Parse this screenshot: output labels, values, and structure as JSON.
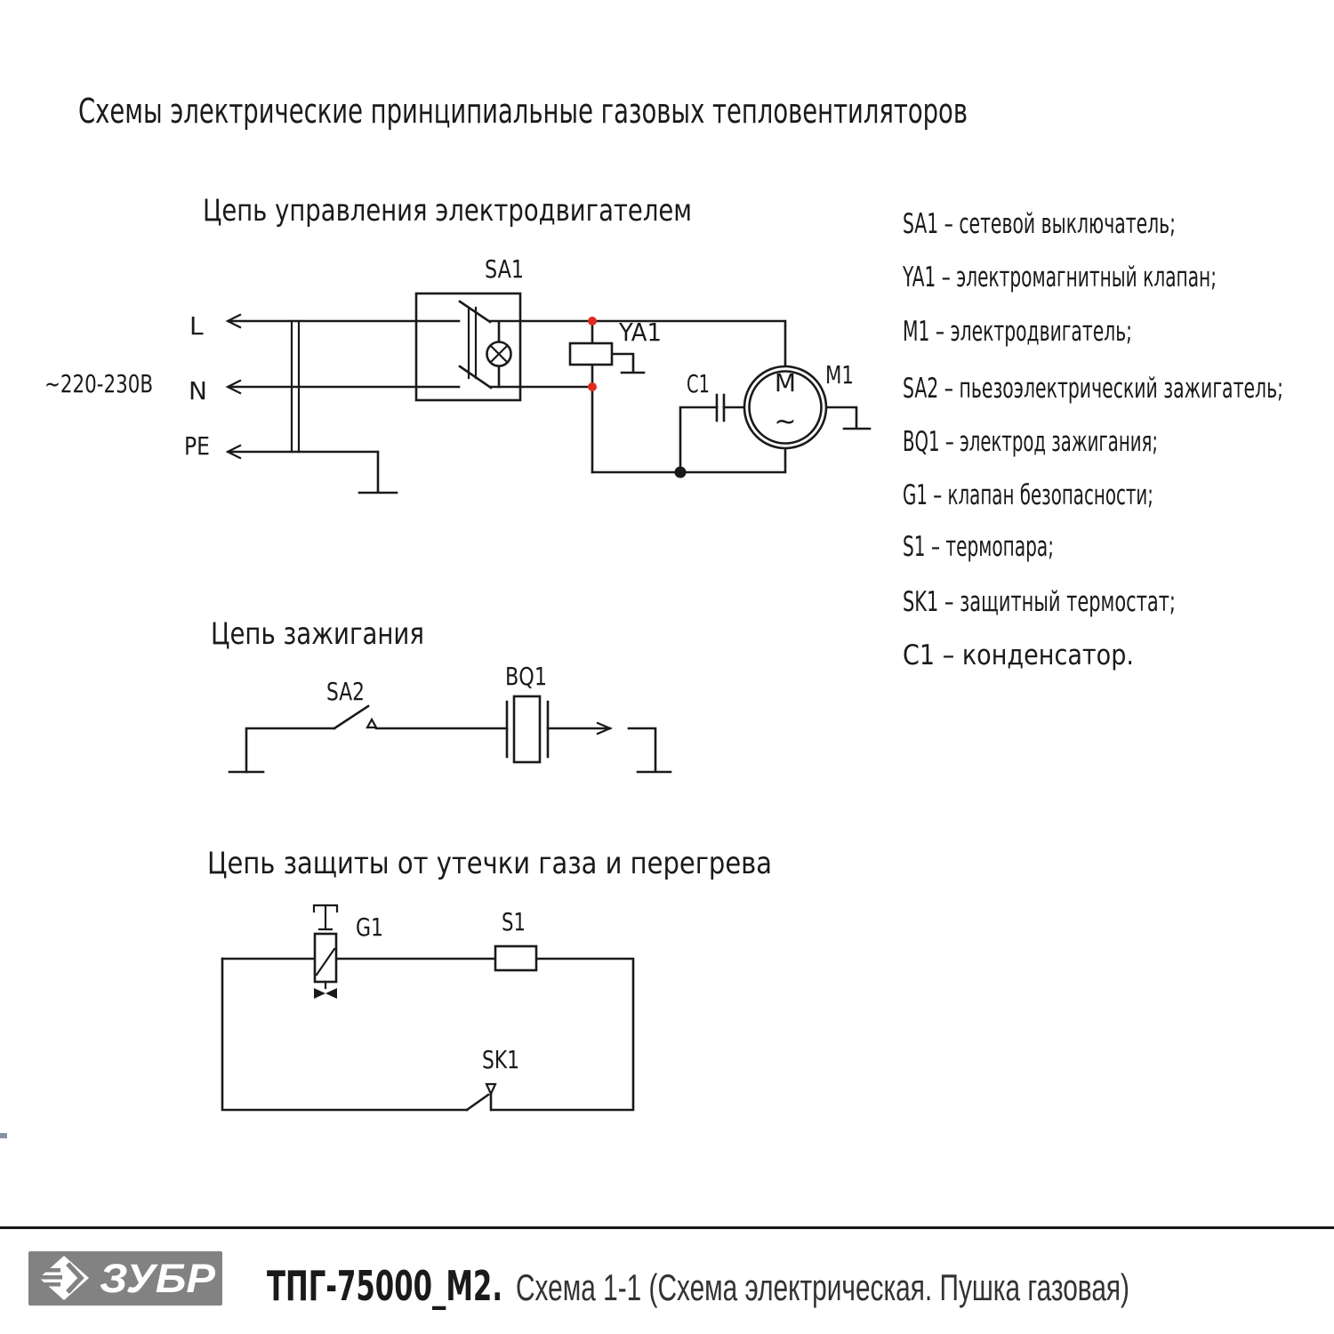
{
  "title": "Схемы электрические принципиальные газовых тепловентиляторов",
  "circuits": {
    "motor_control": {
      "heading": "Цепь управления электродвигателем",
      "supply": "~220-230В",
      "terminal_l": "L",
      "terminal_n": "N",
      "terminal_pe": "PE",
      "switch_ref": "SA1",
      "valve_ref": "YA1",
      "capacitor_ref": "C1",
      "motor_ref": "M1",
      "motor_letter": "M",
      "motor_ac": "~"
    },
    "ignition": {
      "heading": "Цепь зажигания",
      "switch_ref": "SA2",
      "electrode_ref": "BQ1"
    },
    "protection": {
      "heading": "Цепь защиты от утечки газа и перегрева",
      "valve_ref": "G1",
      "thermocouple_ref": "S1",
      "thermostat_ref": "SK1"
    }
  },
  "legend": {
    "items": [
      "SA1 – сетевой выключатель;",
      "YA1 – электромагнитный клапан;",
      "M1 – электродвигатель;",
      "SA2 – пьезоэлектрический зажигатель;",
      "BQ1 – электрод зажигания;",
      "G1 – клапан безопасности;",
      "S1 – термопара;",
      "SK1 – защитный термостат;",
      "C1 – конденсатор."
    ]
  },
  "footer": {
    "brand": "ЗУБР",
    "model": "ТПГ-75000_М2.",
    "caption": "Схема 1-1 (Схема электрическая. Пушка газовая)"
  },
  "colors": {
    "wire": "#1a1a1a",
    "junction_red": "#df2b1f",
    "junction_black": "#1a1a1a",
    "logo_gray": "#828282"
  }
}
